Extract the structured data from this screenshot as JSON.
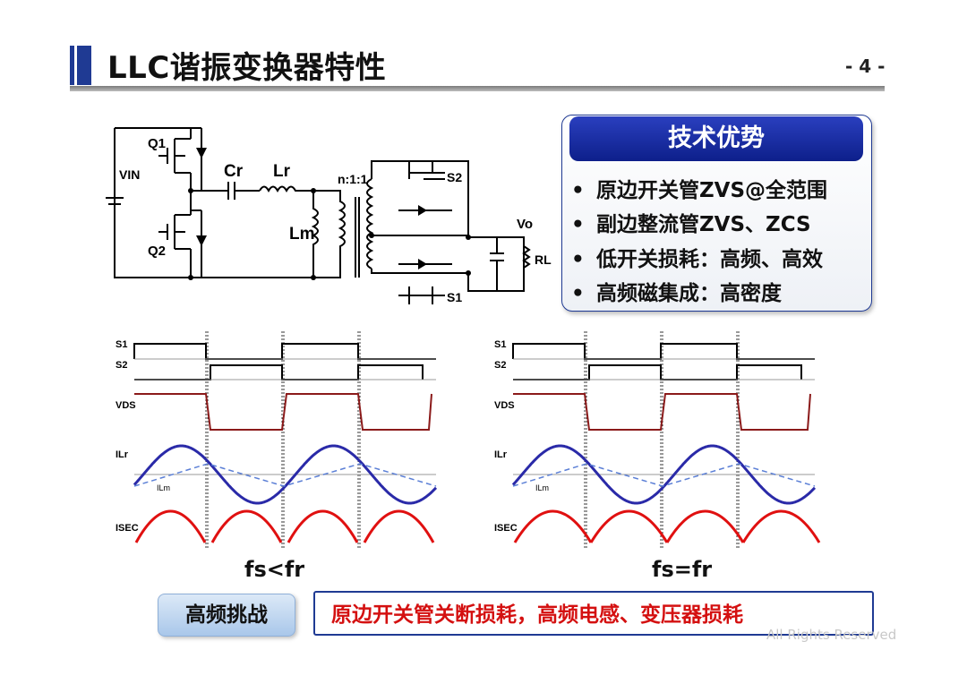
{
  "header": {
    "title": "LLC谐振变换器特性",
    "page_number": "- 4 -"
  },
  "advantages": {
    "heading": "技术优势",
    "bullet": "•",
    "items": [
      "原边开关管ZVS@全范围",
      "副边整流管ZVS、ZCS",
      "低开关损耗：高频、高效",
      "高频磁集成：高密度"
    ]
  },
  "circuit": {
    "q1": "Q1",
    "q2": "Q2",
    "vin": "VIN",
    "cr": "Cr",
    "lr": "Lr",
    "lm": "Lm",
    "ratio": "n:1:1",
    "s2": "S2",
    "s1": "S1",
    "vo": "Vo",
    "rl": "RL"
  },
  "waveforms": {
    "labels": {
      "s1": "S1",
      "s2": "S2",
      "vds": "VDS",
      "ilr": "ILr",
      "ilm": "ILm",
      "isec": "ISEC"
    },
    "captions": {
      "left": "fs<fr",
      "right": "fs=fr"
    }
  },
  "challenge": {
    "label": "高频挑战",
    "text": "原边开关管关断损耗，高频电感、变压器损耗"
  },
  "footer": "All Rights Reserved",
  "colors": {
    "title_blue": "#1f3a93",
    "ilr": "#2a2aa8",
    "ilm": "#5b7fd6",
    "vds": "#8b1a1a",
    "isec": "#e01010",
    "challenge_text": "#d41010"
  }
}
